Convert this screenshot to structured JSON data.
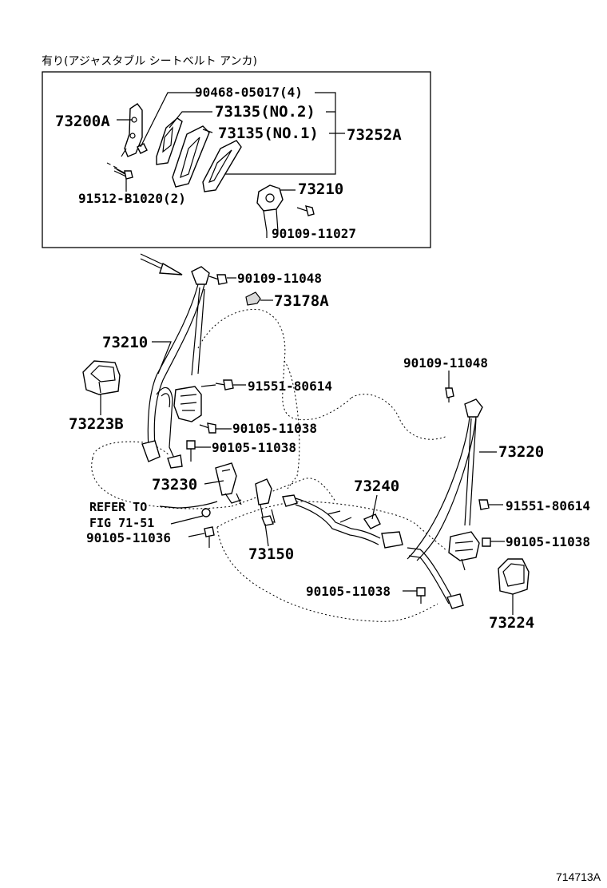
{
  "header_note": "有り(アジャスタブル シートベルト アンカ)",
  "footer_code": "714713A",
  "inset": {
    "labels": {
      "p73200a": "73200A",
      "p90468": "90468-05017(4)",
      "p73135_2": "73135(NO.2)",
      "p73135_1": "73135(NO.1)",
      "p73252a": "73252A",
      "p73210": "73210",
      "p91512": "91512-B1020(2)",
      "p90109_11027": "90109-11027"
    }
  },
  "main": {
    "labels": {
      "p90109_11048_a": "90109-11048",
      "p73178a": "73178A",
      "p73210": "73210",
      "p91551_a": "91551-80614",
      "p73223b": "73223B",
      "p90105_11038_a": "90105-11038",
      "p90105_11038_b": "90105-11038",
      "p73230": "73230",
      "refer_line1": "REFER TO",
      "refer_line2": "FIG 71-51",
      "p90105_11036": "90105-11036",
      "p73150": "73150",
      "p73240": "73240",
      "p90109_11048_b": "90109-11048",
      "p73220": "73220",
      "p91551_b": "91551-80614",
      "p90105_11038_c": "90105-11038",
      "p90105_11038_d": "90105-11038",
      "p73224": "73224"
    }
  }
}
